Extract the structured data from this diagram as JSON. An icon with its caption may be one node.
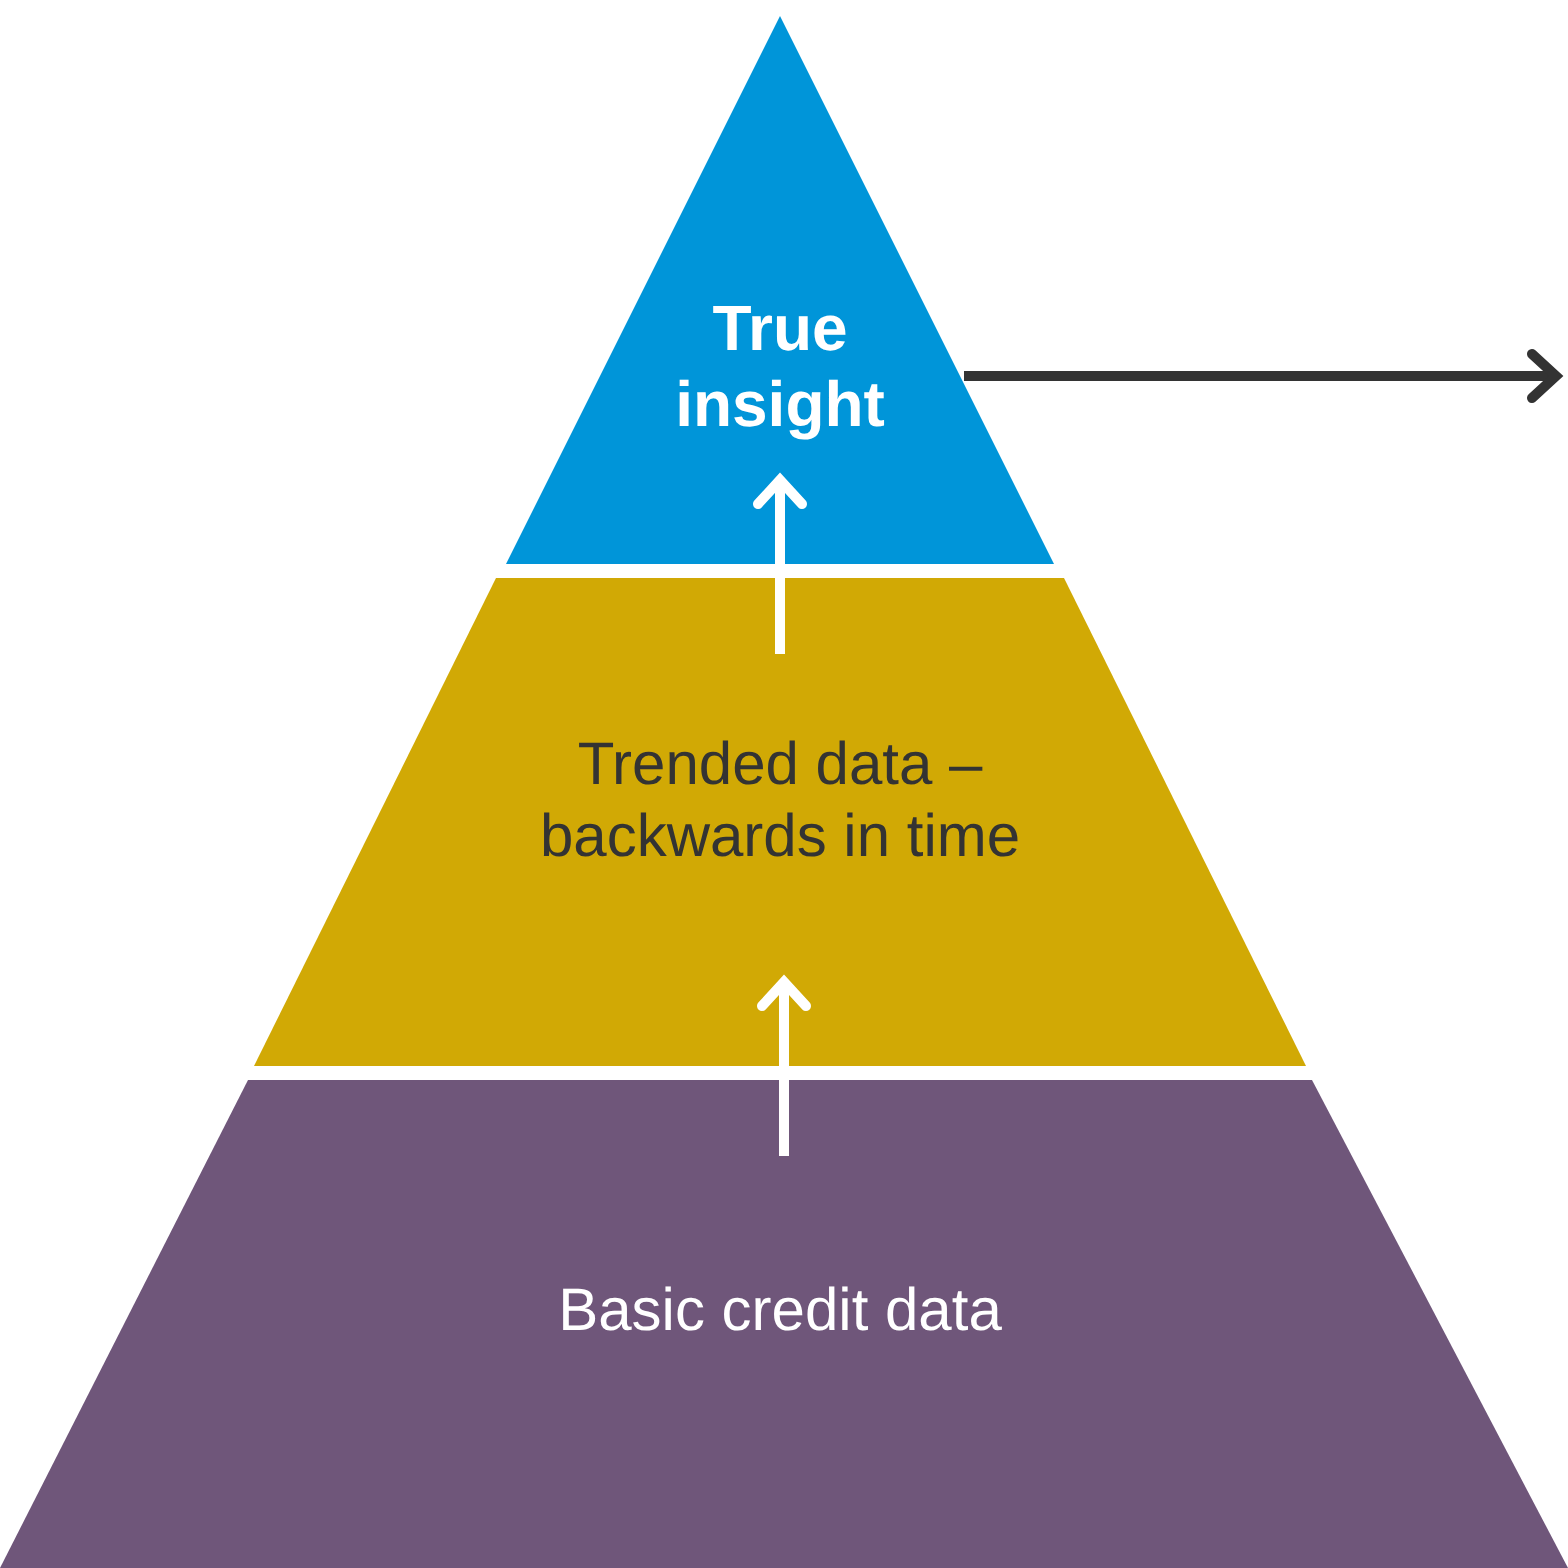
{
  "diagram": {
    "nodes": [
      {
        "text": [
          "True insight"
        ]
      },
      {
        "text": [
          "Trended data – backwards in time"
        ]
      },
      {
        "text": [
          "Basic credit data"
        ]
      }
    ],
    "edges": [
      {
        "from": 2,
        "to": 1,
        "arrow": "to"
      },
      {
        "from": 1,
        "to": 0,
        "arrow": "to"
      },
      {
        "from": 0,
        "to": null,
        "arrow": "to",
        "color": "#333333"
      }
    ]
  }
}
